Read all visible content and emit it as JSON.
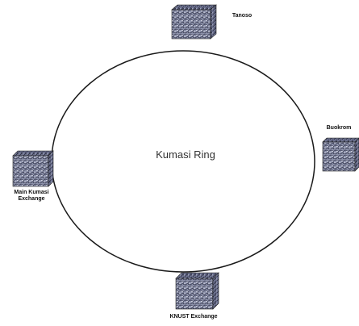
{
  "ring": {
    "title": "Kumasi Ring"
  },
  "nodes": {
    "tanoso": {
      "label": "Tanoso",
      "icon": "server-cube-icon"
    },
    "buokrom": {
      "label": "Buokrom",
      "icon": "server-cube-icon"
    },
    "main_kumasi": {
      "label": "Main Kumasi Exchange",
      "icon": "server-cube-icon"
    },
    "knust": {
      "label": "KNUST Exchange",
      "icon": "server-cube-icon"
    }
  },
  "colors": {
    "ring_stroke": "#1a1a1a",
    "cube_face": "#8a8fa8",
    "cube_dark": "#3a3d52"
  }
}
